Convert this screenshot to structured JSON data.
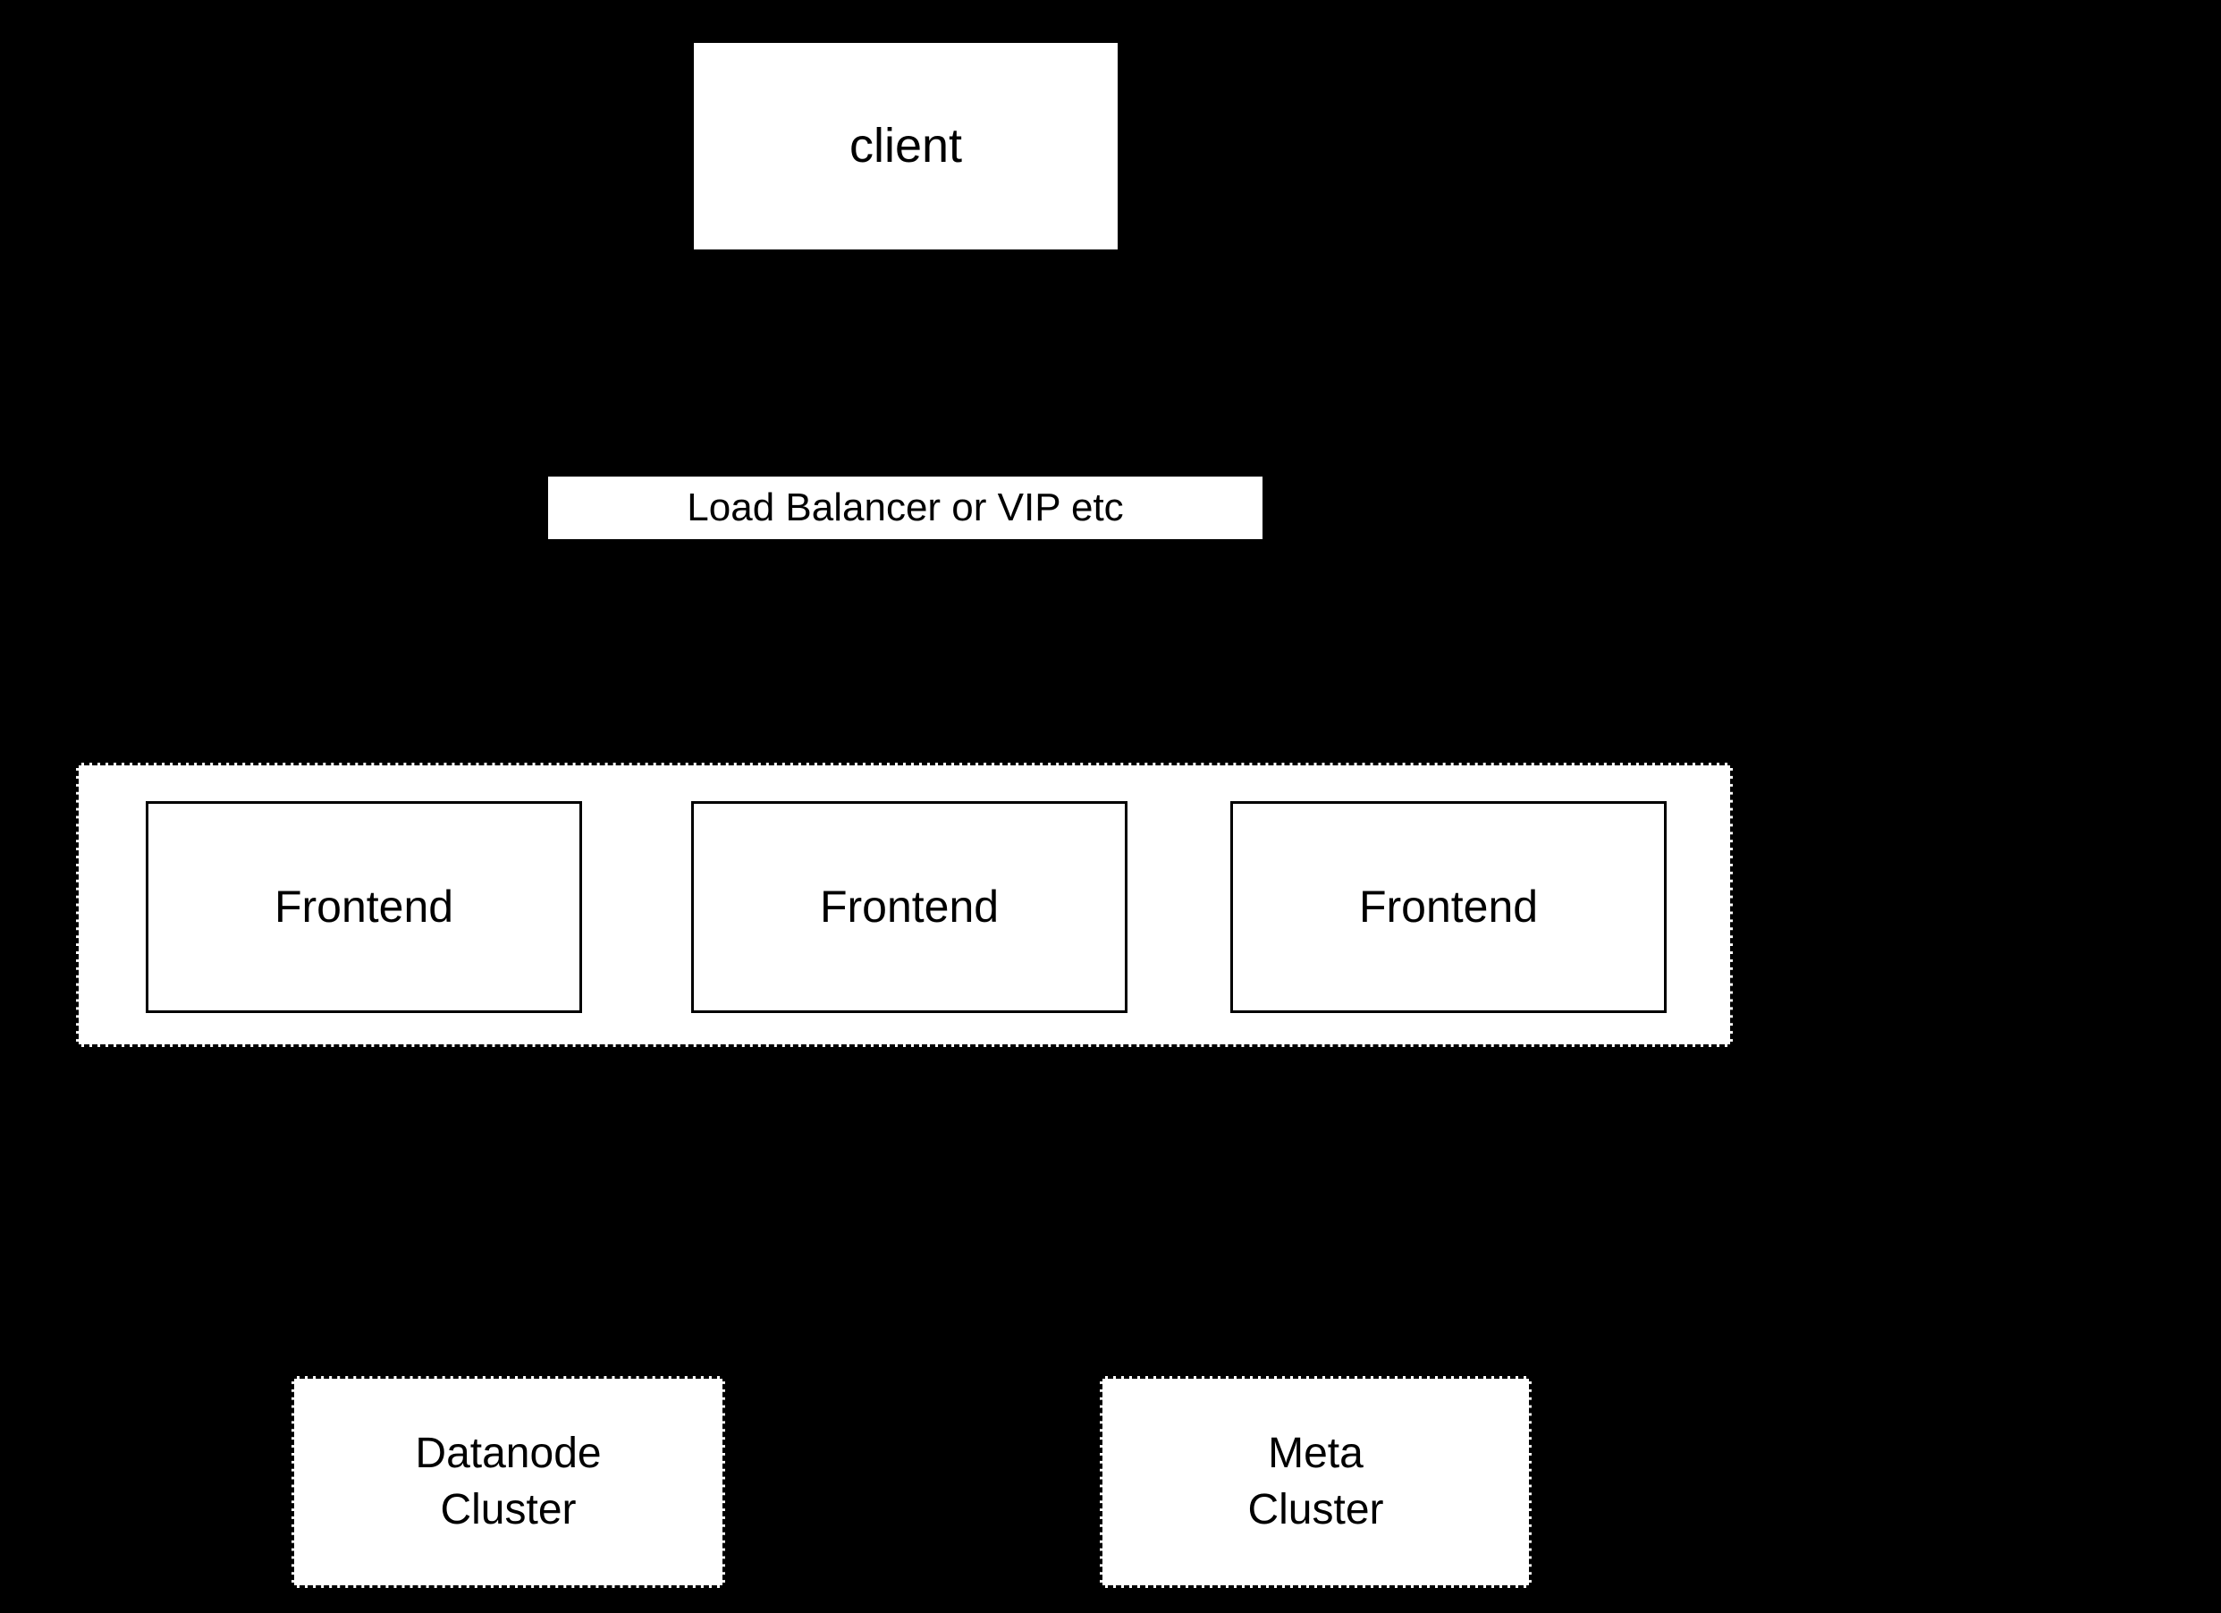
{
  "diagram": {
    "type": "architecture-diagram",
    "colors": {
      "background": "#000000",
      "node_fill": "#ffffff",
      "node_text": "#000000",
      "node_border": "#000000"
    },
    "nodes": {
      "client": {
        "label": "client"
      },
      "load_balancer": {
        "label": "Load Balancer or VIP etc"
      },
      "frontend_group": {
        "frontends": [
          "Frontend",
          "Frontend",
          "Frontend"
        ]
      },
      "datanode_cluster": {
        "label": "Datanode\nCluster"
      },
      "meta_cluster": {
        "label": "Meta\nCluster"
      }
    }
  }
}
